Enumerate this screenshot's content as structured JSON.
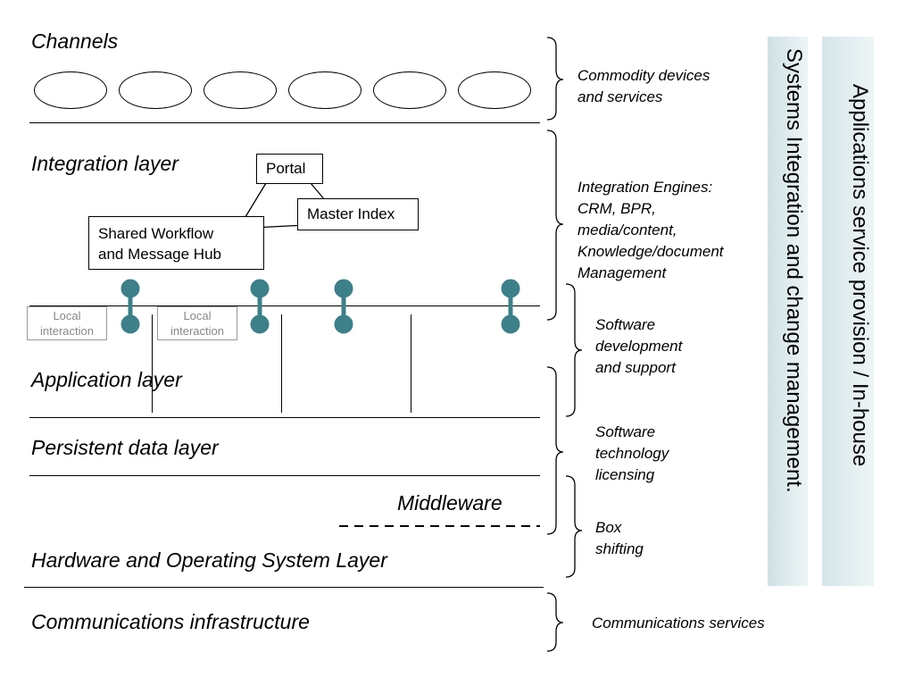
{
  "layers": {
    "channels": "Channels",
    "integration": "Integration layer",
    "application": "Application layer",
    "persistent": "Persistent data layer",
    "middleware": "Middleware",
    "hardware": "Hardware and Operating System Layer",
    "communications": "Communications infrastructure"
  },
  "boxes": {
    "portal": "Portal",
    "master_index": "Master Index",
    "workflow_line1": "Shared Workflow",
    "workflow_line2": "and Message Hub",
    "local1_line1": "Local",
    "local1_line2": "interaction",
    "local2_line1": "Local",
    "local2_line2": "interaction"
  },
  "notes": {
    "commodity": [
      "Commodity devices",
      "and services"
    ],
    "integration_engines": [
      "Integration Engines:",
      "CRM, BPR,",
      "media/content,",
      "Knowledge/document",
      "Management"
    ],
    "software_dev": [
      "Software",
      "development",
      "and support"
    ],
    "software_tech": [
      "Software",
      "technology",
      "licensing"
    ],
    "box_shifting": [
      "Box",
      "shifting"
    ],
    "communications": "Communications services"
  },
  "bands": {
    "systems_integration": "Systems Integration and change management.",
    "applications_service": "Applications service provision / In-house"
  },
  "colors": {
    "connector": "#3d8089",
    "band_light": "#e4eff1",
    "band_dark": "#cfe1e5"
  }
}
